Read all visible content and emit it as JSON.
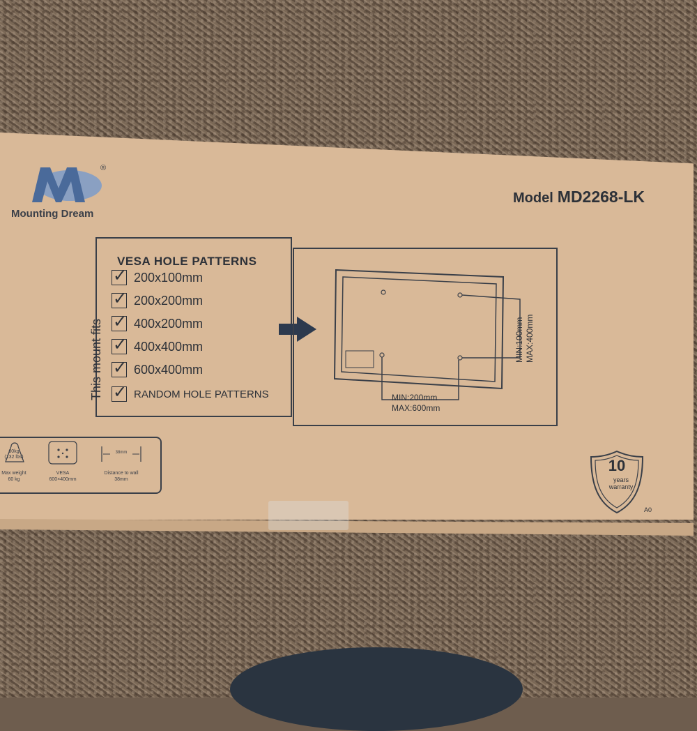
{
  "brand": {
    "name": "Mounting Dream",
    "registered_mark": "®"
  },
  "model": {
    "prefix": "Model",
    "number": "MD2268-LK"
  },
  "vesa": {
    "title": "VESA HOLE PATTERNS",
    "side_label": "This mount fits",
    "patterns": [
      "200x100mm",
      "200x200mm",
      "400x200mm",
      "400x400mm",
      "600x400mm",
      "RANDOM HOLE PATTERNS"
    ]
  },
  "diagram": {
    "horizontal_min": "MIN:200mm",
    "horizontal_max": "MAX:600mm",
    "vertical_min": "MIN:100mm",
    "vertical_max": "MAX:400mm"
  },
  "specs": {
    "weight_icon_text": "60kg\n(132 lbs)",
    "weight_label": "Max weight\n60 kg",
    "vesa_label": "VESA\n600×400mm",
    "distance_icon_text": "38mm",
    "distance_label": "Distance to wall\n38mm"
  },
  "warranty": {
    "years": "10",
    "text": "years\nwarranty",
    "code": "A0"
  },
  "colors": {
    "cardboard": "#d9b998",
    "ink": "#2d3138",
    "logo_blue": "#4a6a9a",
    "carpet": "#6e5d4e"
  },
  "icons": [
    "mounting-dream-logo",
    "arrow-right-icon",
    "weight-icon",
    "vesa-plate-icon",
    "distance-icon",
    "warranty-shield-icon"
  ]
}
